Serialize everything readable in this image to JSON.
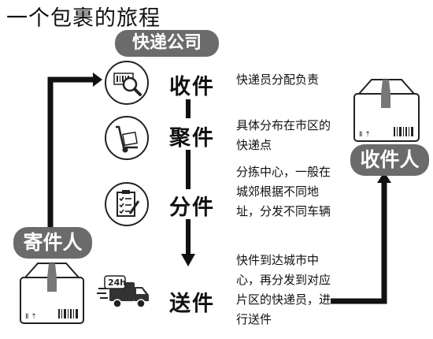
{
  "title": "一个包裹的旅程",
  "company_label": "快递公司",
  "sender_label": "寄件人",
  "receiver_label": "收件人",
  "stages": [
    {
      "label": "收件",
      "description": "快递员分配负责",
      "icon": "barcode-magnifier-icon"
    },
    {
      "label": "聚件",
      "description": "具体分布在市区的快递点",
      "icon": "hand-truck-icon"
    },
    {
      "label": "分件",
      "description": "分拣中心，一般在城郊根据不同地址，分发不同车辆",
      "icon": "clipboard-checklist-icon"
    },
    {
      "label": "送件",
      "description": "快件到达城市中心，再分发到对应片区的快递员，进行送件",
      "icon": "delivery-truck-24h-icon"
    }
  ],
  "truck_badge": "24h"
}
